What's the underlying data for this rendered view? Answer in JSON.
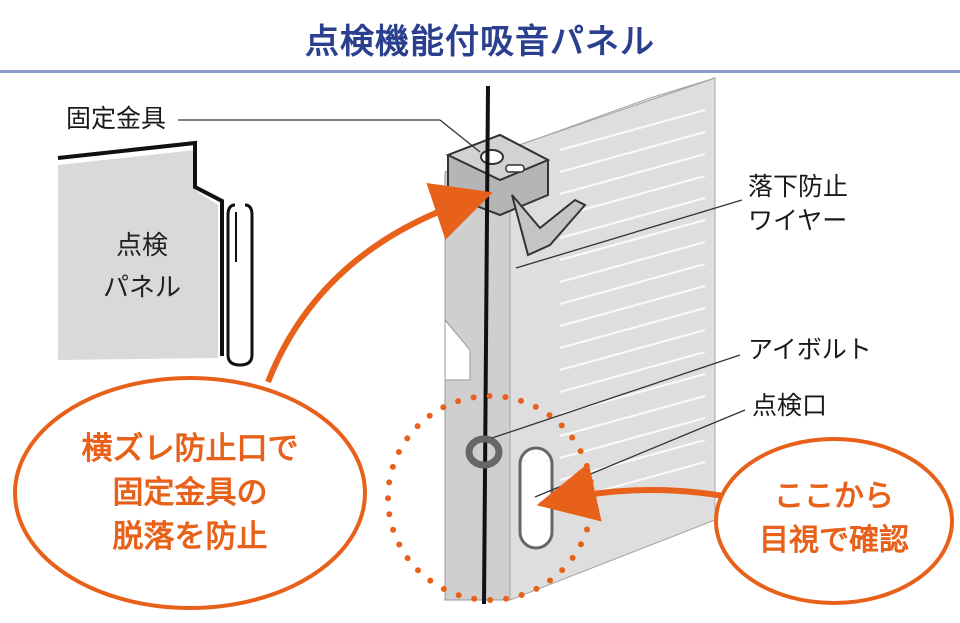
{
  "title": "点検機能付吸音パネル",
  "labels": {
    "fixing_bracket": "固定金具",
    "inspection_panel_line1": "点検",
    "inspection_panel_line2": "パネル",
    "wire_line1": "落下防止",
    "wire_line2": "ワイヤー",
    "eyebolt": "アイボルト",
    "inspection_port": "点検口"
  },
  "callouts": {
    "left": [
      "横ズレ防止口で",
      "固定金具の",
      "脱落を防止"
    ],
    "right": [
      "ここから",
      "目視で確認"
    ]
  },
  "colors": {
    "title": "#2b3f8f",
    "accent": "#e8611a",
    "panel_gray": "#d4d4d4"
  }
}
